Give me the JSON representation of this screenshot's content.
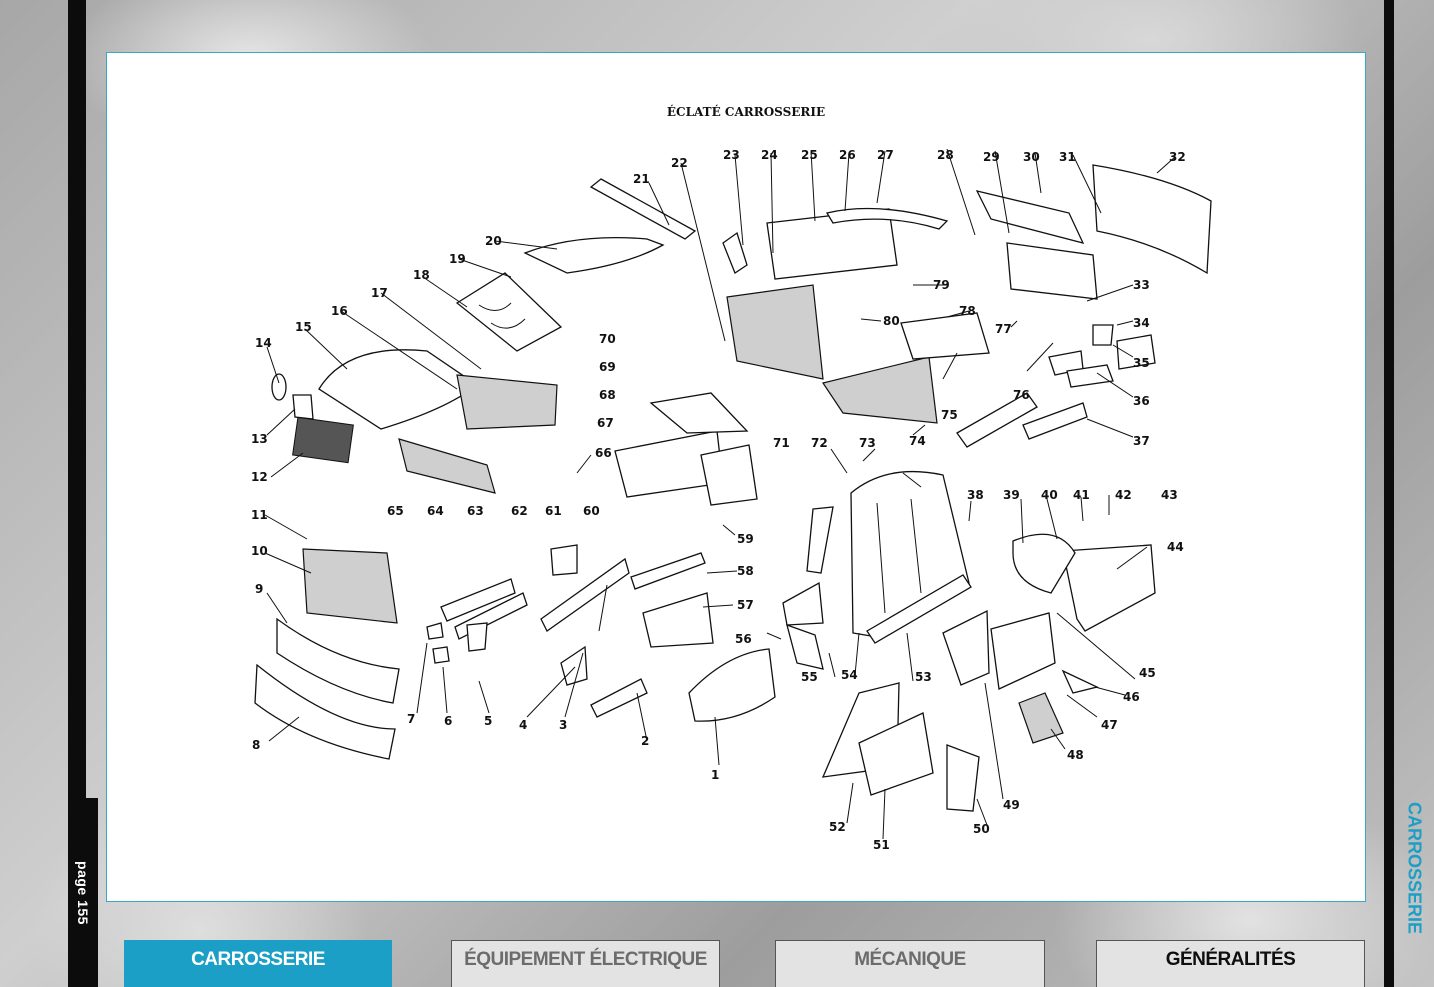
{
  "page_label": "page 155",
  "section_vertical_label": "CARROSSERIE",
  "diagram": {
    "title": "ÉCLATÉ CARROSSERIE",
    "part_numbers": [
      "1",
      "2",
      "3",
      "4",
      "5",
      "6",
      "7",
      "8",
      "9",
      "10",
      "11",
      "12",
      "13",
      "14",
      "15",
      "16",
      "17",
      "18",
      "19",
      "20",
      "21",
      "22",
      "23",
      "24",
      "25",
      "26",
      "27",
      "28",
      "29",
      "30",
      "31",
      "32",
      "33",
      "34",
      "35",
      "36",
      "37",
      "38",
      "39",
      "40",
      "41",
      "42",
      "43",
      "44",
      "45",
      "46",
      "47",
      "48",
      "49",
      "50",
      "51",
      "52",
      "53",
      "54",
      "55",
      "56",
      "57",
      "58",
      "59",
      "60",
      "61",
      "62",
      "63",
      "64",
      "65",
      "66",
      "67",
      "68",
      "69",
      "70",
      "71",
      "72",
      "73",
      "74",
      "75",
      "76",
      "77",
      "78",
      "79",
      "80"
    ]
  },
  "tabs": [
    {
      "label": "CARROSSERIE",
      "active": true
    },
    {
      "label": "ÉQUIPEMENT ÉLECTRIQUE",
      "active": false
    },
    {
      "label": "MÉCANIQUE",
      "active": false
    },
    {
      "label": "GÉNÉRALITÉS",
      "active": false
    }
  ],
  "colors": {
    "accent": "#1c9fc6",
    "frame": "#0c0c0c"
  }
}
